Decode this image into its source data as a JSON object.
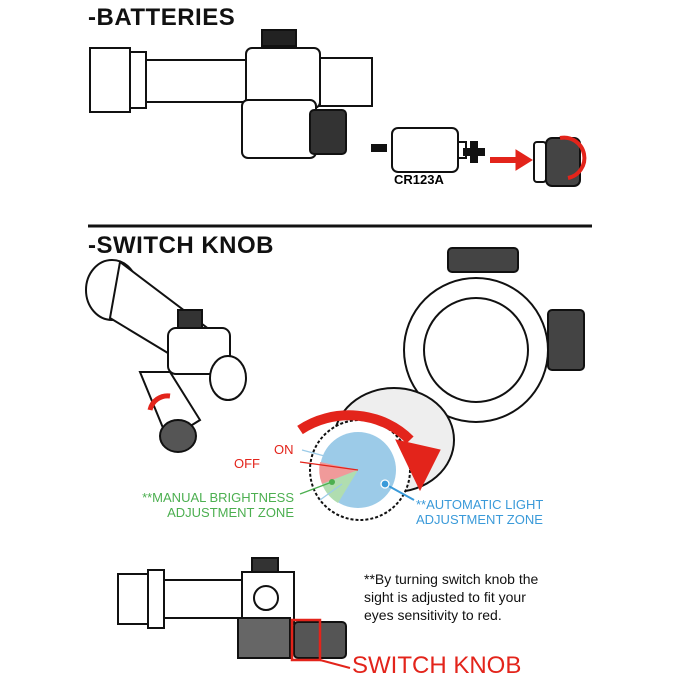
{
  "sections": {
    "batteries": {
      "title": "-BATTERIES",
      "battery_label": "CR123A",
      "minus": "-",
      "plus": "+"
    },
    "switch_knob": {
      "title": "-SWITCH KNOB"
    }
  },
  "dial": {
    "on_label": "ON",
    "off_label": "OFF",
    "manual_zone": [
      "**MANUAL BRIGHTNESS",
      "ADJUSTMENT ZONE"
    ],
    "auto_zone": [
      "**AUTOMATIC LIGHT",
      "ADJUSTMENT ZONE"
    ]
  },
  "note": [
    "**By turning switch knob the",
    "sight is adjusted to fit your",
    "eyes sensitivity to red."
  ],
  "switch_knob_label": "SWITCH KNOB",
  "colors": {
    "red": "#e3241b",
    "blue": "#3a9ad9",
    "green": "#4caf50",
    "light_blue": "#9ccbe8"
  }
}
